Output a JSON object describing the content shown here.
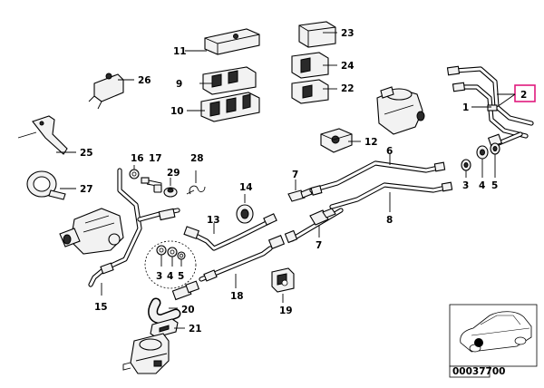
{
  "callouts": {
    "c1": "1",
    "c2": "2",
    "c3a": "3",
    "c3b": "3",
    "c4a": "4",
    "c4b": "4",
    "c5a": "5",
    "c5b": "5",
    "c6": "6",
    "c7a": "7",
    "c7b": "7",
    "c8": "8",
    "c9": "9",
    "c10": "10",
    "c11": "11",
    "c12": "12",
    "c13": "13",
    "c14": "14",
    "c15": "15",
    "c16": "16",
    "c17": "17",
    "c18": "18",
    "c19": "19",
    "c20": "20",
    "c21": "21",
    "c22": "22",
    "c23": "23",
    "c24": "24",
    "c25": "25",
    "c26": "26",
    "c27": "27",
    "c28": "28",
    "c29": "29"
  },
  "highlight": {
    "color": "#e0197d"
  },
  "inset": {
    "diagram_number": "00037700"
  }
}
